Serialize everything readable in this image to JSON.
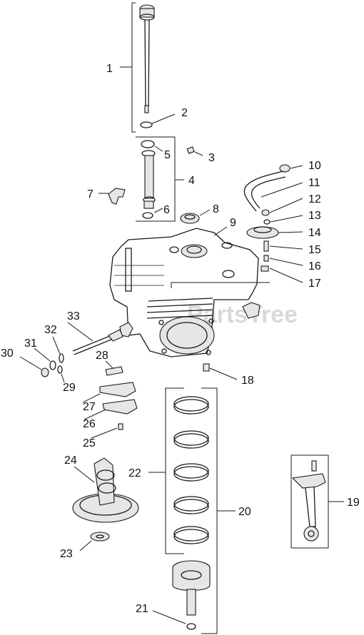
{
  "diagram": {
    "watermark": "PartsTree",
    "callouts": [
      "1",
      "2",
      "3",
      "4",
      "5",
      "6",
      "7",
      "8",
      "9",
      "10",
      "11",
      "12",
      "13",
      "14",
      "15",
      "16",
      "17",
      "18",
      "19",
      "20",
      "21",
      "22",
      "23",
      "24",
      "25",
      "26",
      "27",
      "28",
      "29",
      "30",
      "31",
      "32",
      "33"
    ]
  }
}
